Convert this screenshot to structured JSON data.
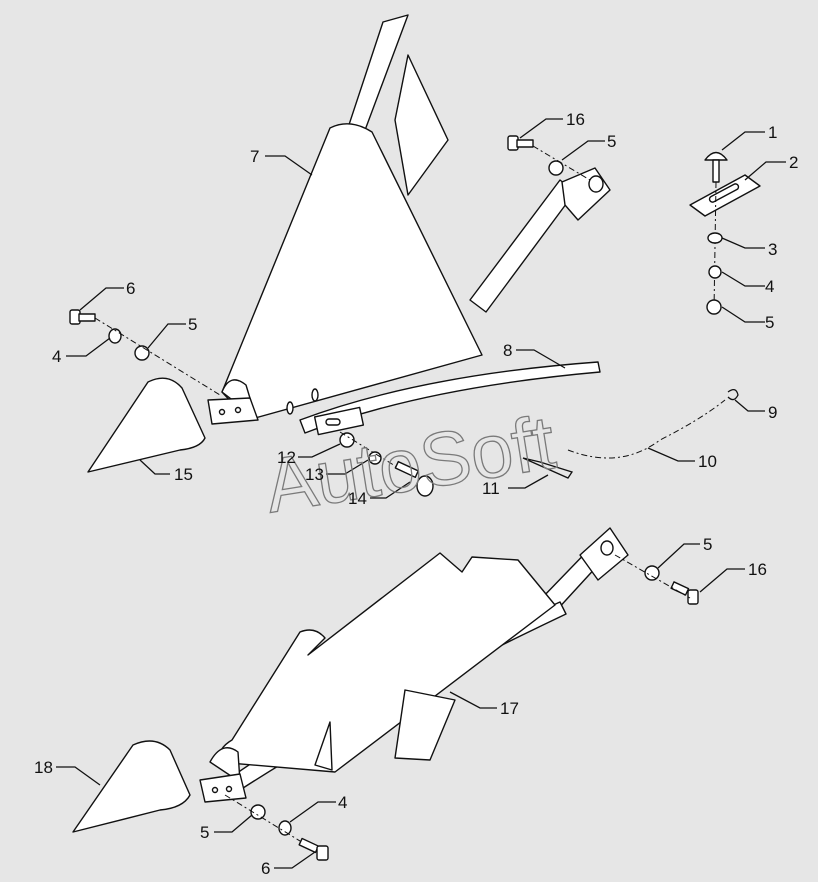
{
  "watermark": "AutoSoft",
  "labels": {
    "c1": "1",
    "c2": "2",
    "c3": "3",
    "c4a": "4",
    "c5a": "5",
    "c16a": "16",
    "c5b": "5",
    "c7": "7",
    "c6a": "6",
    "c4b": "4",
    "c5c": "5",
    "c8": "8",
    "c9": "9",
    "c10": "10",
    "c11": "11",
    "c12": "12",
    "c13": "13",
    "c14": "14",
    "c15": "15",
    "c5d": "5",
    "c16b": "16",
    "c17": "17",
    "c18": "18",
    "c4c": "4",
    "c5e": "5",
    "c6b": "6"
  }
}
